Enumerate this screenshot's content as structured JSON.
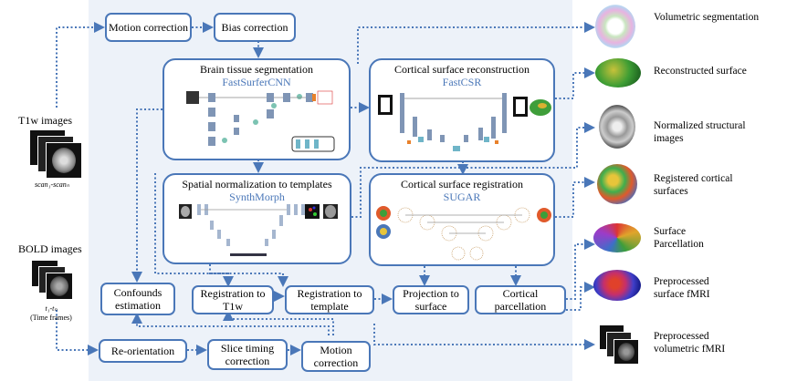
{
  "inputs": {
    "t1w_label": "T1w images",
    "t1w_caption": "scan₁-scanₙ",
    "bold_label": "BOLD images",
    "bold_caption_1": "t₁-tₙ",
    "bold_caption_2": "(Time frames)"
  },
  "steps": {
    "motion_correction": "Motion correction",
    "bias_correction": "Bias correction",
    "confounds_estimation": "Confounds estimation",
    "registration_t1w": "Registration to T1w",
    "registration_template": "Registration to template",
    "projection_surface": "Projection to surface",
    "cortical_parcellation": "Cortical parcellation",
    "reorientation": "Re-orientation",
    "slice_timing": "Slice timing correction",
    "motion_correction_bold": "Motion correction"
  },
  "modules": {
    "brain_seg_title": "Brain tissue segmentation",
    "brain_seg_method": "FastSurferCNN",
    "cortical_recon_title": "Cortical surface reconstruction",
    "cortical_recon_method": "FastCSR",
    "spatial_norm_title": "Spatial normalization to templates",
    "spatial_norm_method": "SynthMorph",
    "cortical_reg_title": "Cortical surface registration",
    "cortical_reg_method": "SUGAR"
  },
  "outputs": [
    {
      "label": "Volumetric segmentation",
      "icon": "segmentation-brain-icon"
    },
    {
      "label": "Reconstructed surface",
      "icon": "surface-brain-icon"
    },
    {
      "label": "Normalized structural images",
      "icon": "structural-brain-icon"
    },
    {
      "label": "Registered cortical surfaces",
      "icon": "sphere-icon"
    },
    {
      "label": "Surface Parcellation",
      "icon": "parcellation-brain-icon"
    },
    {
      "label": "Preprocessed surface fMRI",
      "icon": "fmri-surface-icon"
    },
    {
      "label": "Preprocessed volumetric fMRI",
      "icon": "fmri-volume-icon"
    }
  ],
  "colors": {
    "accent": "#4a77b8",
    "panel": "#edf2f9",
    "arrow": "#4a77b8"
  }
}
